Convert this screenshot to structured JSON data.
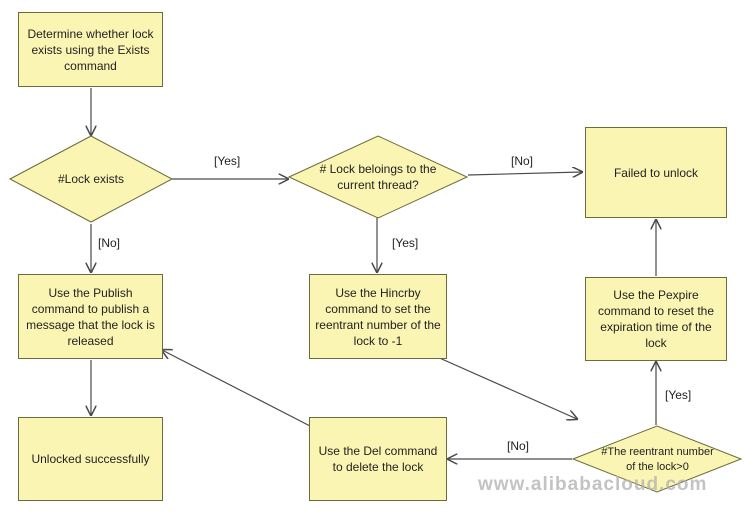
{
  "colors": {
    "node_fill": "#fbf5b4",
    "node_border": "#6b6b3a",
    "arrow": "#4a4a4a"
  },
  "nodes": {
    "determine": "Determine whether lock exists using the Exists command",
    "lock_exists": "#Lock exists",
    "belongs": "# Lock beloings to the current thread?",
    "failed": "Failed to unlock",
    "publish": "Use the Publish command to publish a message that the lock is released",
    "hincrby": "Use the Hincrby command to set the reentrant number of the lock to -1",
    "pexpire": "Use the Pexpire command to reset the expiration time of the lock",
    "unlocked": "Unlocked successfully",
    "del": "Use the Del command to delete the lock",
    "reentrant": "#The reentrant number of the lock>0"
  },
  "edges": {
    "yes_exists": "[Yes]",
    "no_exists": "[No]",
    "no_belongs": "[No]",
    "yes_belongs": "[Yes]",
    "yes_reentrant": "[Yes]",
    "no_reentrant": "[No]"
  },
  "watermark": "www.alibabacloud.com"
}
